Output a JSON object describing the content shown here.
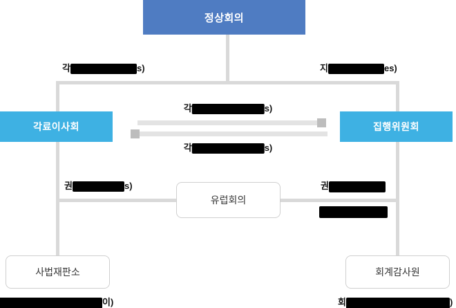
{
  "diagram": {
    "title_node": {
      "label": "정상회의"
    },
    "nodes": [
      {
        "id": "summit",
        "label": "정상회의",
        "style": "blue-filled"
      },
      {
        "id": "council",
        "label": "각료이사회",
        "style": "teal-filled"
      },
      {
        "id": "commission",
        "label": "집행위원회",
        "style": "teal-filled"
      },
      {
        "id": "parliament",
        "label": "유럽회의",
        "style": "white-outline"
      },
      {
        "id": "court",
        "label": "사법재판소",
        "style": "white-outline"
      },
      {
        "id": "auditors",
        "label": "회계감사원",
        "style": "white-outline"
      }
    ],
    "edge_labels": [
      {
        "id": "top-left",
        "visible_prefix": "각",
        "redacted": true,
        "visible_suffix": "s)"
      },
      {
        "id": "top-right",
        "visible_prefix": "지",
        "redacted": true,
        "visible_suffix": "es)"
      },
      {
        "id": "mid-upper",
        "visible_prefix": "각",
        "redacted": true,
        "visible_suffix": "s)"
      },
      {
        "id": "mid-lower",
        "visible_prefix": "각",
        "redacted": true,
        "visible_suffix": "s)"
      },
      {
        "id": "left-power",
        "visible_prefix": "권",
        "redacted": true,
        "visible_suffix": "s)"
      },
      {
        "id": "right-power",
        "visible_prefix": "권",
        "redacted": true,
        "visible_suffix": ""
      },
      {
        "id": "right-power-2",
        "visible_prefix": "",
        "redacted": true,
        "visible_suffix": ""
      },
      {
        "id": "court-caption",
        "visible_prefix": "",
        "redacted": true,
        "visible_suffix": "이)"
      },
      {
        "id": "auditor-caption",
        "visible_prefix": "회",
        "redacted": true,
        "visible_suffix": ")"
      }
    ],
    "colors": {
      "summit_blue": "#4f7cc2",
      "branch_teal": "#3eb1e3",
      "connector_gray": "#d9d9d9",
      "arrow_gray": "#e3e3e3",
      "arrowhead_gray": "#bdbdbd",
      "outline_gray": "#cfcfcf",
      "redaction_black": "#000000"
    }
  }
}
